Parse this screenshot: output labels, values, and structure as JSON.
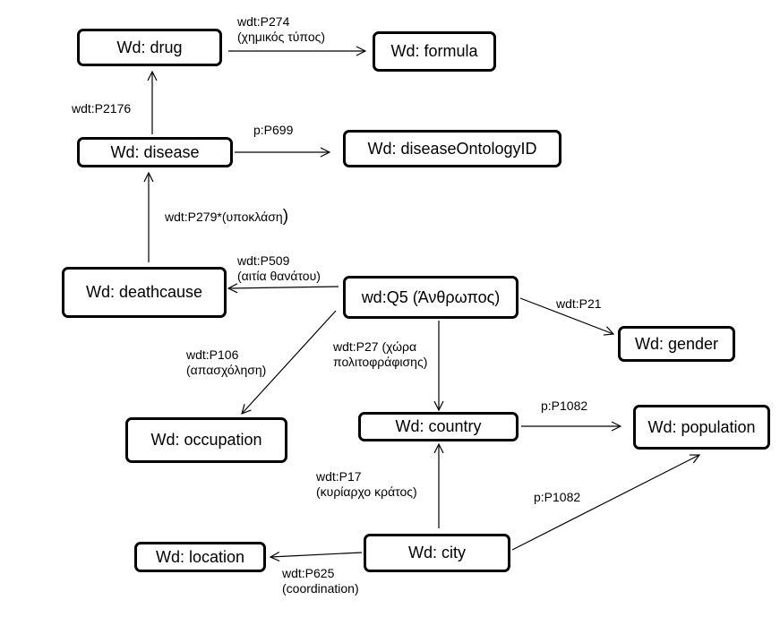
{
  "nodes": {
    "drug": "Wd: drug",
    "formula": "Wd: formula",
    "disease": "Wd: disease",
    "diseaseOntologyID": "Wd: diseaseOntologyID",
    "deathcause": "Wd: deathcause",
    "q5": "wd:Q5 (Άνθρωπος)",
    "gender": "Wd: gender",
    "occupation": "Wd: occupation",
    "country": "Wd: country",
    "population": "Wd: population",
    "location": "Wd: location",
    "city": "Wd: city"
  },
  "edges": {
    "p274": {
      "line1": "wdt:P274",
      "line2": "(χημικός τύπος)"
    },
    "p2176": {
      "line1": "wdt:P2176"
    },
    "p699": {
      "line1": "p:P699"
    },
    "p279": {
      "line1": "wdt:P279*(υποκλάση",
      "line1_paren": ")"
    },
    "p509": {
      "line1": "wdt:P509",
      "line2": "(αιτία θανάτου)"
    },
    "p21": {
      "line1": "wdt:P21"
    },
    "p106": {
      "line1": "wdt:P106",
      "line2": "(απασχόληση)"
    },
    "p27": {
      "line1": "wdt:P27 (χώρα",
      "line2": "πολιτοφράφισης)"
    },
    "p1082a": {
      "line1": "p:P1082"
    },
    "p17": {
      "line1": "wdt:P17",
      "line2": "(κυρίαρχο κράτος)"
    },
    "p1082b": {
      "line1": "p:P1082"
    },
    "p625": {
      "line1": "wdt:P625",
      "line2": "(coordination)"
    }
  }
}
